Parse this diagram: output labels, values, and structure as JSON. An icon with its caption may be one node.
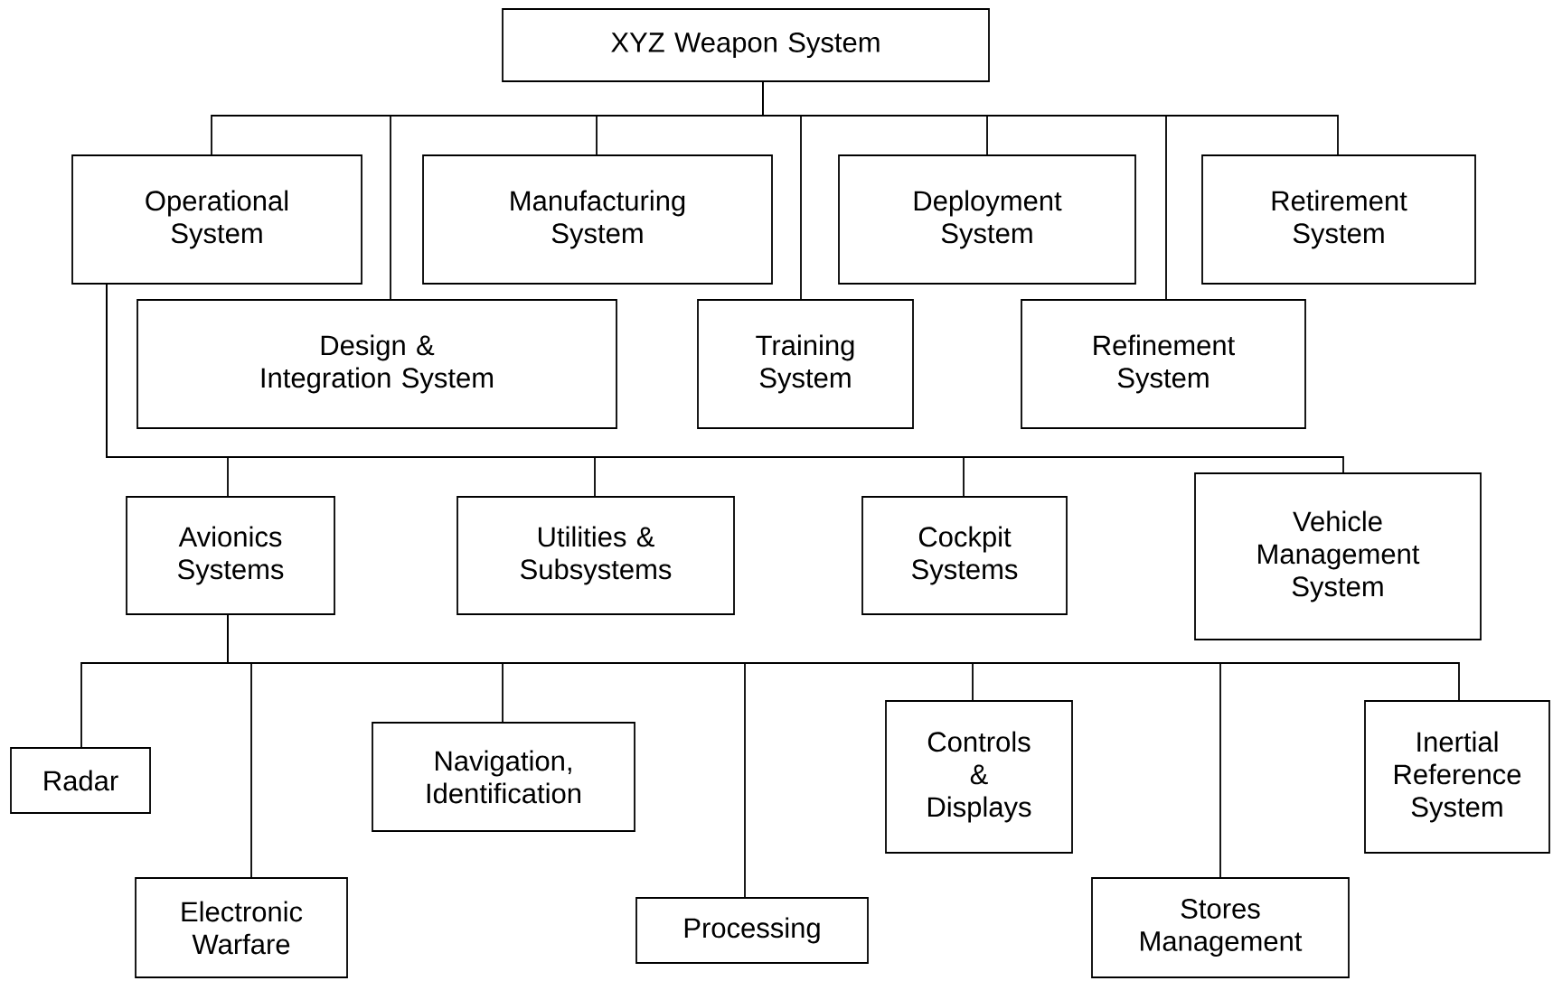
{
  "diagram": {
    "nodes": [
      {
        "text": [
          "XYZ Weapon System"
        ]
      },
      {
        "text": [
          "Operational System"
        ]
      },
      {
        "text": [
          "Manufacturing System"
        ]
      },
      {
        "text": [
          "Deployment System"
        ]
      },
      {
        "text": [
          "Retirement System"
        ]
      },
      {
        "text": [
          "Design & Integration System"
        ]
      },
      {
        "text": [
          "Training System"
        ]
      },
      {
        "text": [
          "Refinement System"
        ]
      },
      {
        "text": [
          "Avionics Systems"
        ]
      },
      {
        "text": [
          "Utilities & Subsystems"
        ]
      },
      {
        "text": [
          "Cockpit Systems"
        ]
      },
      {
        "text": [
          "Vehicle Management System"
        ]
      },
      {
        "text": [
          "Radar"
        ]
      },
      {
        "text": [
          "Electronic Warfare"
        ]
      },
      {
        "text": [
          "Navigation, Identification"
        ]
      },
      {
        "text": [
          "Processing"
        ]
      },
      {
        "text": [
          "Controls & Displays"
        ]
      },
      {
        "text": [
          "Stores Management"
        ]
      },
      {
        "text": [
          "Inertial Reference System"
        ]
      }
    ],
    "edges": [
      {
        "from": 0,
        "to": 1,
        "arrow": "none"
      },
      {
        "from": 0,
        "to": 5,
        "arrow": "none"
      },
      {
        "from": 0,
        "to": 2,
        "arrow": "none"
      },
      {
        "from": 0,
        "to": 6,
        "arrow": "none"
      },
      {
        "from": 0,
        "to": 3,
        "arrow": "none"
      },
      {
        "from": 0,
        "to": 7,
        "arrow": "none"
      },
      {
        "from": 0,
        "to": 4,
        "arrow": "none"
      },
      {
        "from": 1,
        "to": 8,
        "arrow": "none"
      },
      {
        "from": 1,
        "to": 9,
        "arrow": "none"
      },
      {
        "from": 1,
        "to": 10,
        "arrow": "none"
      },
      {
        "from": 1,
        "to": 11,
        "arrow": "none"
      },
      {
        "from": 8,
        "to": 12,
        "arrow": "none"
      },
      {
        "from": 8,
        "to": 13,
        "arrow": "none"
      },
      {
        "from": 8,
        "to": 14,
        "arrow": "none"
      },
      {
        "from": 8,
        "to": 15,
        "arrow": "none"
      },
      {
        "from": 8,
        "to": 16,
        "arrow": "none"
      },
      {
        "from": 8,
        "to": 17,
        "arrow": "none"
      },
      {
        "from": 8,
        "to": 18,
        "arrow": "none"
      }
    ]
  }
}
